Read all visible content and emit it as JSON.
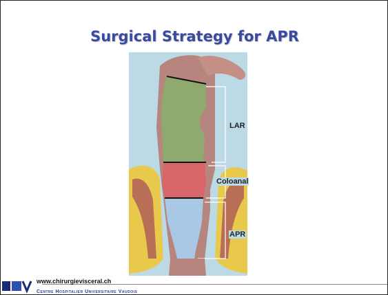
{
  "slide": {
    "title": "Surgical Strategy for APR"
  },
  "diagram": {
    "labels": {
      "lar": "LAR",
      "coloanal": "Coloanal",
      "apr": "APR"
    },
    "colors": {
      "background": "#bcd9e6",
      "lar_segment": "#8eaa6e",
      "coloanal_segment": "#d7656a",
      "apr_segment": "#a9c8e6",
      "colon_wall": "#b6867e",
      "fat": "#e9c94b",
      "muscle": "#b86f55"
    }
  },
  "footer": {
    "url": "www.chirurgievisceral.ch",
    "institution": "Centre Hospitalier Universitaire Vaudois",
    "logo_text": "CHUV"
  }
}
